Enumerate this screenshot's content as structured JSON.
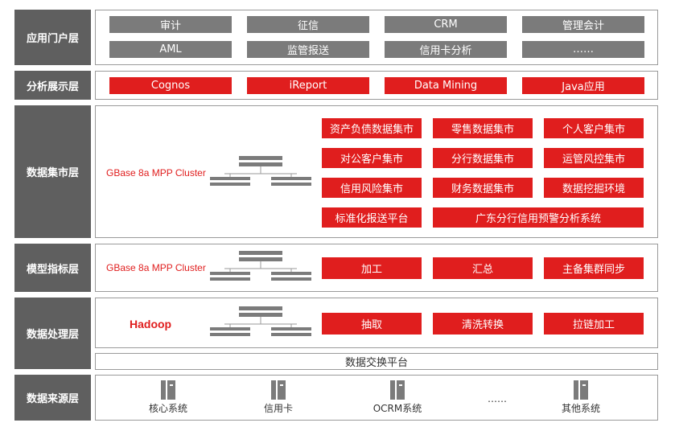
{
  "layers": {
    "portal": "应用门户层",
    "analysis": "分析展示层",
    "mart": "数据集市层",
    "model": "模型指标层",
    "processing": "数据处理层",
    "source": "数据来源层"
  },
  "portal_items": [
    "审计",
    "征信",
    "CRM",
    "管理会计",
    "AML",
    "监管报送",
    "信用卡分析",
    "……"
  ],
  "analysis_items": [
    "Cognos",
    "iReport",
    "Data Mining",
    "Java应用"
  ],
  "mart": {
    "cluster": "GBase 8a MPP Cluster",
    "items": [
      "资产负债数据集市",
      "零售数据集市",
      "个人客户集市",
      "对公客户集市",
      "分行数据集市",
      "运管风控集市",
      "信用风险集市",
      "财务数据集市",
      "数据挖掘环境",
      "标准化报送平台",
      "广东分行信用预警分析系统"
    ]
  },
  "model": {
    "cluster": "GBase 8a MPP Cluster",
    "items": [
      "加工",
      "汇总",
      "主备集群同步"
    ]
  },
  "processing": {
    "engine": "Hadoop",
    "items": [
      "抽取",
      "清洗转换",
      "拉链加工"
    ]
  },
  "exchange_platform": "数据交换平台",
  "sources": [
    "核心系统",
    "信用卡",
    "OCRM系统",
    "……",
    "其他系统"
  ],
  "colors": {
    "accent": "#e01e1e",
    "gray_box": "#7b7b7b",
    "label_bg": "#5f5f5f"
  }
}
